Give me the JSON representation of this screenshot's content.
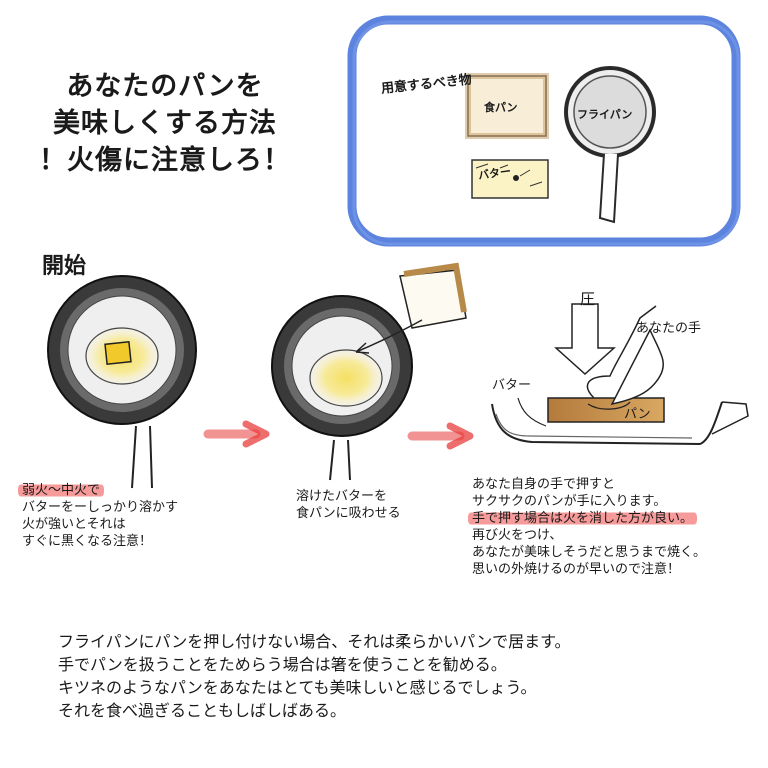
{
  "title": {
    "lines": [
      "あなたのパンを",
      "美味しくする方法",
      "！火傷に注意しろ！"
    ]
  },
  "supplies": {
    "heading": "用意するべき物",
    "bread": "食パン",
    "butter": "バター",
    "pan": "フライパン",
    "border_color": "#3f6fd8"
  },
  "start_label": "開始",
  "step1": {
    "highlight": "弱火〜中火で",
    "lines": [
      "バターをーしっかり溶かす",
      "火が強いとそれは",
      "すぐに黒くなる注意！"
    ]
  },
  "step2": {
    "lines": [
      "溶けたバターを",
      "食パンに吸わせる"
    ]
  },
  "step3": {
    "labels": {
      "pressure": "圧",
      "your_hand": "あなたの手",
      "butter": "バター",
      "bread": "パン"
    },
    "line1": "あなた自身の手で押すと",
    "line2": "サクサクのパンが手に入ります。",
    "highlight": "手で押す場合は火を消した方が良い。",
    "line4": "再び火をつけ、",
    "line5": "あなたが美味しそうだと思うまで焼く。",
    "line6": "思いの外焼けるのが早いので注意！"
  },
  "note": {
    "lines": [
      "フライパンにパンを押し付けない場合、それは柔らかいパンで居ます。",
      "手でパンを扱うことをためらう場合は箸を使うことを勧める。",
      "キツネのようなパンをあなたはとても美味しいと感じるでしょう。",
      "それを食べ過ぎることもしばしばある。"
    ]
  },
  "colors": {
    "arrow": "#e83c3c",
    "butter": "#f3d659",
    "bread": "#d9b46a",
    "pan": "#3a3a3a"
  }
}
